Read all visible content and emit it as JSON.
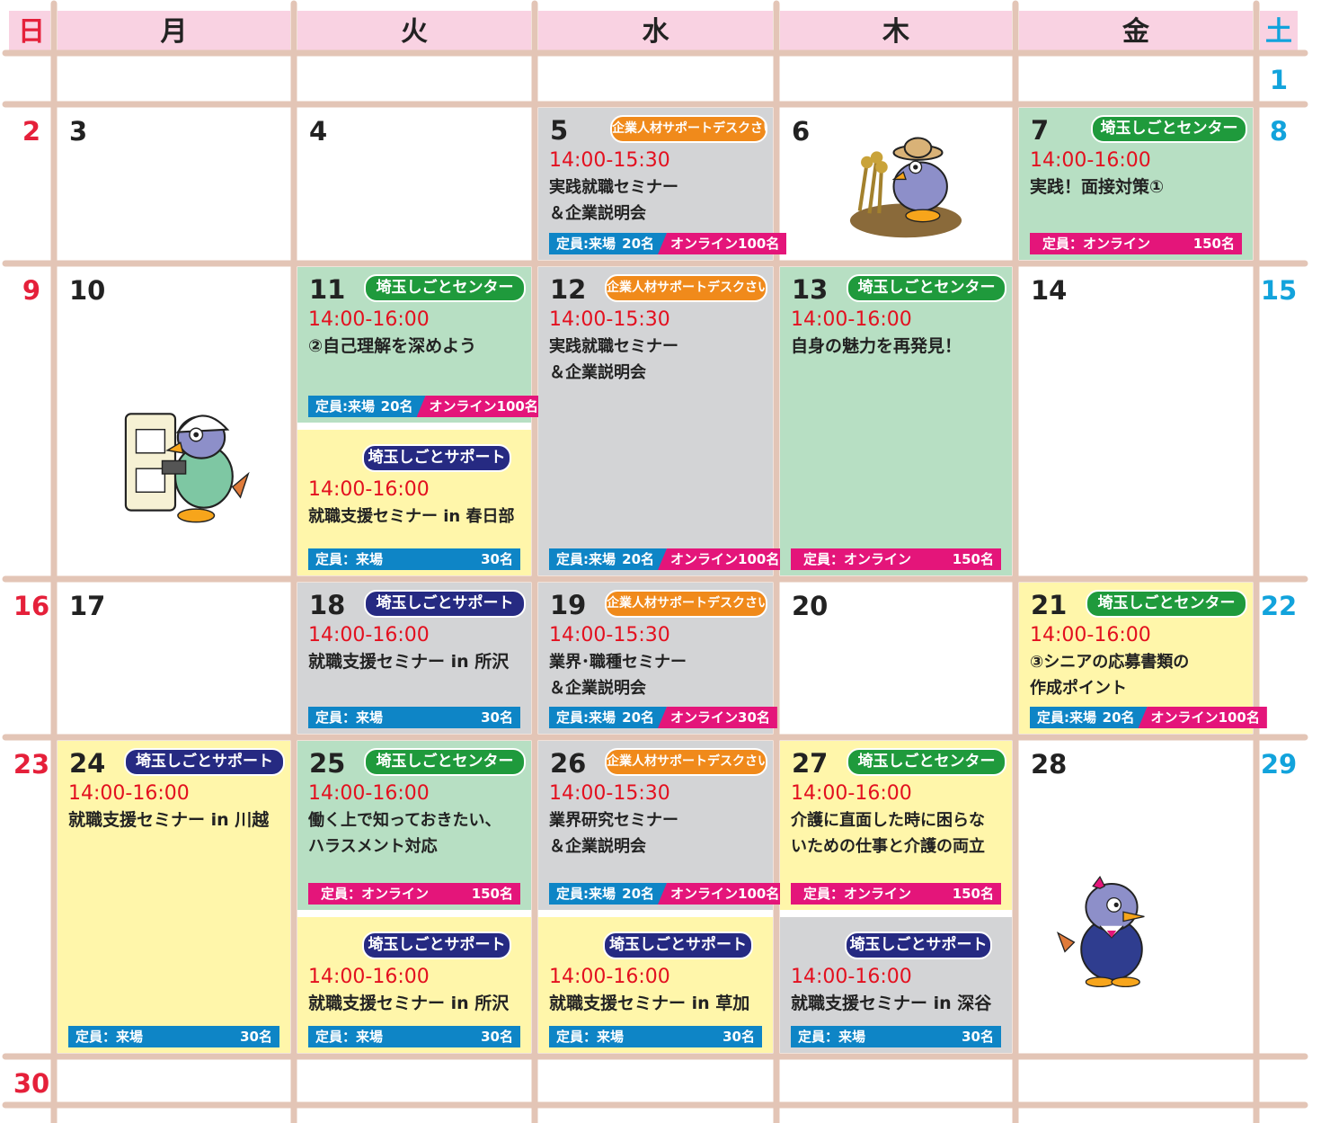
{
  "weekdays": [
    {
      "label": "日",
      "color": "#e5203a"
    },
    {
      "label": "月",
      "color": "#222222"
    },
    {
      "label": "火",
      "color": "#222222"
    },
    {
      "label": "水",
      "color": "#222222"
    },
    {
      "label": "木",
      "color": "#222222"
    },
    {
      "label": "金",
      "color": "#222222"
    },
    {
      "label": "土",
      "color": "#12a3dc"
    }
  ],
  "days": [
    {
      "n": "1",
      "row": 0,
      "col": 6
    },
    {
      "n": "2",
      "row": 1,
      "col": 0
    },
    {
      "n": "3",
      "row": 1,
      "col": 1
    },
    {
      "n": "4",
      "row": 1,
      "col": 2
    },
    {
      "n": "5",
      "row": 1,
      "col": 3
    },
    {
      "n": "6",
      "row": 1,
      "col": 4
    },
    {
      "n": "7",
      "row": 1,
      "col": 5
    },
    {
      "n": "8",
      "row": 1,
      "col": 6
    },
    {
      "n": "9",
      "row": 2,
      "col": 0
    },
    {
      "n": "10",
      "row": 2,
      "col": 1
    },
    {
      "n": "11",
      "row": 2,
      "col": 2
    },
    {
      "n": "12",
      "row": 2,
      "col": 3
    },
    {
      "n": "13",
      "row": 2,
      "col": 4
    },
    {
      "n": "14",
      "row": 2,
      "col": 5
    },
    {
      "n": "15",
      "row": 2,
      "col": 6
    },
    {
      "n": "16",
      "row": 3,
      "col": 0
    },
    {
      "n": "17",
      "row": 3,
      "col": 1
    },
    {
      "n": "18",
      "row": 3,
      "col": 2
    },
    {
      "n": "19",
      "row": 3,
      "col": 3
    },
    {
      "n": "20",
      "row": 3,
      "col": 4
    },
    {
      "n": "21",
      "row": 3,
      "col": 5
    },
    {
      "n": "22",
      "row": 3,
      "col": 6
    },
    {
      "n": "23",
      "row": 4,
      "col": 0
    },
    {
      "n": "24",
      "row": 4,
      "col": 1
    },
    {
      "n": "25",
      "row": 4,
      "col": 2
    },
    {
      "n": "26",
      "row": 4,
      "col": 3
    },
    {
      "n": "27",
      "row": 4,
      "col": 4
    },
    {
      "n": "28",
      "row": 4,
      "col": 5
    },
    {
      "n": "29",
      "row": 4,
      "col": 6
    },
    {
      "n": "30",
      "row": 5,
      "col": 0
    }
  ],
  "organizers": {
    "center": "埼玉しごとセンター",
    "support": "埼玉しごとサポート",
    "desk": "企業人材サポートデスクさいたま"
  },
  "capacity": {
    "prefix": "定員：",
    "venue": "来場",
    "online": "オンライン",
    "venue_short": "定員:来場"
  },
  "events": [
    {
      "id": "e5",
      "day": "5",
      "org": "desk",
      "time": "14:00-15:30",
      "title": "実践就職セミナー\n＆企業説明会",
      "venue_cap": "20名",
      "online_cap": "100名"
    },
    {
      "id": "e7",
      "day": "7",
      "org": "center",
      "time": "14:00-16:00",
      "title": "実践！面接対策①",
      "venue_cap": "",
      "online_cap": "150名"
    },
    {
      "id": "e11a",
      "day": "11",
      "org": "center",
      "time": "14:00-16:00",
      "title": "②自己理解を深めよう",
      "venue_cap": "20名",
      "online_cap": "100名"
    },
    {
      "id": "e11b",
      "day": "",
      "org": "support",
      "time": "14:00-16:00",
      "title": "就職支援セミナー in 春日部",
      "venue_cap": "30名",
      "online_cap": ""
    },
    {
      "id": "e12",
      "day": "12",
      "org": "desk",
      "time": "14:00-15:30",
      "title": "実践就職セミナー\n＆企業説明会",
      "venue_cap": "20名",
      "online_cap": "100名"
    },
    {
      "id": "e13",
      "day": "13",
      "org": "center",
      "time": "14:00-16:00",
      "title": "自身の魅力を再発見！",
      "venue_cap": "",
      "online_cap": "150名"
    },
    {
      "id": "e18",
      "day": "18",
      "org": "support",
      "time": "14:00-16:00",
      "title": "就職支援セミナー in 所沢",
      "venue_cap": "30名",
      "online_cap": ""
    },
    {
      "id": "e19",
      "day": "19",
      "org": "desk",
      "time": "14:00-15:30",
      "title": "業界･職種セミナー\n＆企業説明会",
      "venue_cap": "20名",
      "online_cap": "30名"
    },
    {
      "id": "e21",
      "day": "21",
      "org": "center",
      "time": "14:00-16:00",
      "title": "③シニアの応募書類の\n作成ポイント",
      "venue_cap": "20名",
      "online_cap": "100名"
    },
    {
      "id": "e24",
      "day": "24",
      "org": "support",
      "time": "14:00-16:00",
      "title": "就職支援セミナー in 川越",
      "venue_cap": "30名",
      "online_cap": ""
    },
    {
      "id": "e25a",
      "day": "25",
      "org": "center",
      "time": "14:00-16:00",
      "title": "働く上で知っておきたい、\nハラスメント対応",
      "venue_cap": "",
      "online_cap": "150名"
    },
    {
      "id": "e25b",
      "day": "",
      "org": "support",
      "time": "14:00-16:00",
      "title": "就職支援セミナー in 所沢",
      "venue_cap": "30名",
      "online_cap": ""
    },
    {
      "id": "e26a",
      "day": "26",
      "org": "desk",
      "time": "14:00-15:30",
      "title": "業界研究セミナー\n＆企業説明会",
      "venue_cap": "20名",
      "online_cap": "100名"
    },
    {
      "id": "e26b",
      "day": "",
      "org": "support",
      "time": "14:00-16:00",
      "title": "就職支援セミナー in 草加",
      "venue_cap": "30名",
      "online_cap": ""
    },
    {
      "id": "e27a",
      "day": "27",
      "org": "center",
      "time": "14:00-16:00",
      "title": "介護に直面した時に困らな\nいための仕事と介護の両立",
      "venue_cap": "",
      "online_cap": "150名"
    },
    {
      "id": "e27b",
      "day": "",
      "org": "support",
      "time": "14:00-16:00",
      "title": "就職支援セミナー in 深谷",
      "venue_cap": "30名",
      "online_cap": ""
    }
  ],
  "colors": {
    "header_bg": "#f9d2e2",
    "grid_line": "#e3c5b6",
    "sunday": "#e5203a",
    "saturday": "#12a3dc",
    "time_text": "#e3101f",
    "center_badge": "#1f9a3c",
    "support_badge": "#262a82",
    "desk_badge": "#f08a1b",
    "venue_bar": "#0e85c6",
    "online_bar": "#e4157a"
  }
}
